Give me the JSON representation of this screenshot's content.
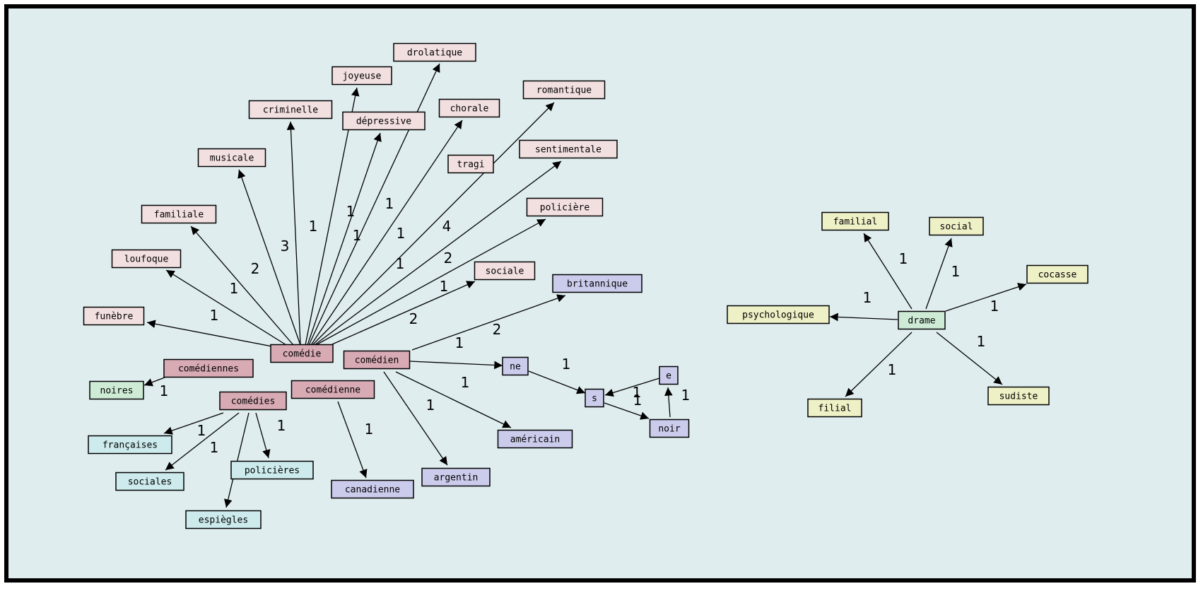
{
  "colors": {
    "background": "#dfedef",
    "border": "#000000",
    "pink": "#f2dfe0",
    "mauve": "#d7aab4",
    "lavender": "#cbcbec",
    "cyan": "#cdebed",
    "mint": "#cdebd5",
    "yellow": "#eef0c6"
  },
  "nodes": [
    {
      "id": "comedie",
      "label": "comédie",
      "color": "mauve"
    },
    {
      "id": "comedien",
      "label": "comédien",
      "color": "mauve"
    },
    {
      "id": "comediennes",
      "label": "comédiennes",
      "color": "mauve"
    },
    {
      "id": "comedies",
      "label": "comédies",
      "color": "mauve"
    },
    {
      "id": "comedienne",
      "label": "comédienne",
      "color": "mauve"
    },
    {
      "id": "drolatique",
      "label": "drolatique",
      "color": "pink"
    },
    {
      "id": "joyeuse",
      "label": "joyeuse",
      "color": "pink"
    },
    {
      "id": "criminelle",
      "label": "criminelle",
      "color": "pink"
    },
    {
      "id": "depressive",
      "label": "dépressive",
      "color": "pink"
    },
    {
      "id": "chorale",
      "label": "chorale",
      "color": "pink"
    },
    {
      "id": "romantique",
      "label": "romantique",
      "color": "pink"
    },
    {
      "id": "musicale",
      "label": "musicale",
      "color": "pink"
    },
    {
      "id": "tragi",
      "label": "tragi",
      "color": "pink"
    },
    {
      "id": "sentimentale",
      "label": "sentimentale",
      "color": "pink"
    },
    {
      "id": "familiale",
      "label": "familiale",
      "color": "pink"
    },
    {
      "id": "policiere",
      "label": "policière",
      "color": "pink"
    },
    {
      "id": "loufoque",
      "label": "loufoque",
      "color": "pink"
    },
    {
      "id": "sociale",
      "label": "sociale",
      "color": "pink"
    },
    {
      "id": "funebre",
      "label": "funèbre",
      "color": "pink"
    },
    {
      "id": "britannique",
      "label": "britannique",
      "color": "lavender"
    },
    {
      "id": "ne",
      "label": "ne",
      "color": "lavender"
    },
    {
      "id": "s",
      "label": "s",
      "color": "lavender"
    },
    {
      "id": "e",
      "label": "e",
      "color": "lavender"
    },
    {
      "id": "noir",
      "label": "noir",
      "color": "lavender"
    },
    {
      "id": "americain",
      "label": "américain",
      "color": "lavender"
    },
    {
      "id": "argentin",
      "label": "argentin",
      "color": "lavender"
    },
    {
      "id": "canadienne",
      "label": "canadienne",
      "color": "lavender"
    },
    {
      "id": "noires",
      "label": "noires",
      "color": "mint"
    },
    {
      "id": "francaises",
      "label": "françaises",
      "color": "cyan"
    },
    {
      "id": "sociales",
      "label": "sociales",
      "color": "cyan"
    },
    {
      "id": "policieres",
      "label": "policières",
      "color": "cyan"
    },
    {
      "id": "espiegles",
      "label": "espiègles",
      "color": "cyan"
    },
    {
      "id": "drame",
      "label": "drame",
      "color": "mint"
    },
    {
      "id": "familial",
      "label": "familial",
      "color": "yellow"
    },
    {
      "id": "social",
      "label": "social",
      "color": "yellow"
    },
    {
      "id": "cocasse",
      "label": "cocasse",
      "color": "yellow"
    },
    {
      "id": "psychologique",
      "label": "psychologique",
      "color": "yellow"
    },
    {
      "id": "filial",
      "label": "filial",
      "color": "yellow"
    },
    {
      "id": "sudiste",
      "label": "sudiste",
      "color": "yellow"
    }
  ],
  "edges": [
    {
      "from": "comedie",
      "to": "funebre",
      "weight": "1"
    },
    {
      "from": "comedie",
      "to": "loufoque",
      "weight": "1"
    },
    {
      "from": "comedie",
      "to": "familiale",
      "weight": "2"
    },
    {
      "from": "comedie",
      "to": "musicale",
      "weight": "3"
    },
    {
      "from": "comedie",
      "to": "criminelle",
      "weight": "1"
    },
    {
      "from": "comedie",
      "to": "joyeuse",
      "weight": "1"
    },
    {
      "from": "comedie",
      "to": "depressive",
      "weight": "1"
    },
    {
      "from": "comedie",
      "to": "drolatique",
      "weight": "1"
    },
    {
      "from": "comedie",
      "to": "chorale",
      "weight": "1"
    },
    {
      "from": "comedie",
      "to": "romantique",
      "weight": "1"
    },
    {
      "from": "comedie",
      "to": "sentimentale",
      "weight": "4"
    },
    {
      "from": "comedie",
      "to": "policiere",
      "weight": "2"
    },
    {
      "from": "comedie",
      "to": "sociale",
      "weight": "1"
    },
    {
      "from": "comedien",
      "to": "britannique",
      "weight": "2"
    },
    {
      "from": "comedien",
      "to": "ne",
      "weight": "1"
    },
    {
      "from": "comedien",
      "to": "americain",
      "weight": "1"
    },
    {
      "from": "comedien",
      "to": "argentin",
      "weight": "1"
    },
    {
      "from": "ne",
      "to": "s",
      "weight": "1"
    },
    {
      "from": "e",
      "to": "s",
      "weight": "1"
    },
    {
      "from": "s",
      "to": "noir",
      "weight": "1"
    },
    {
      "from": "noir",
      "to": "e",
      "weight": "1"
    },
    {
      "from": "comediennes",
      "to": "noires",
      "weight": "1"
    },
    {
      "from": "comedies",
      "to": "francaises",
      "weight": "1"
    },
    {
      "from": "comedies",
      "to": "sociales",
      "weight": "1"
    },
    {
      "from": "comedies",
      "to": "policieres",
      "weight": "1"
    },
    {
      "from": "comedies",
      "to": "espiegles",
      "weight": ""
    },
    {
      "from": "comedienne",
      "to": "canadienne",
      "weight": "1"
    },
    {
      "from": "drame",
      "to": "familial",
      "weight": "1"
    },
    {
      "from": "drame",
      "to": "social",
      "weight": "1"
    },
    {
      "from": "drame",
      "to": "cocasse",
      "weight": "1"
    },
    {
      "from": "drame",
      "to": "psychologique",
      "weight": "1"
    },
    {
      "from": "drame",
      "to": "filial",
      "weight": "1"
    },
    {
      "from": "drame",
      "to": "sudiste",
      "weight": "1"
    }
  ],
  "standalone_labels": [
    "2"
  ]
}
